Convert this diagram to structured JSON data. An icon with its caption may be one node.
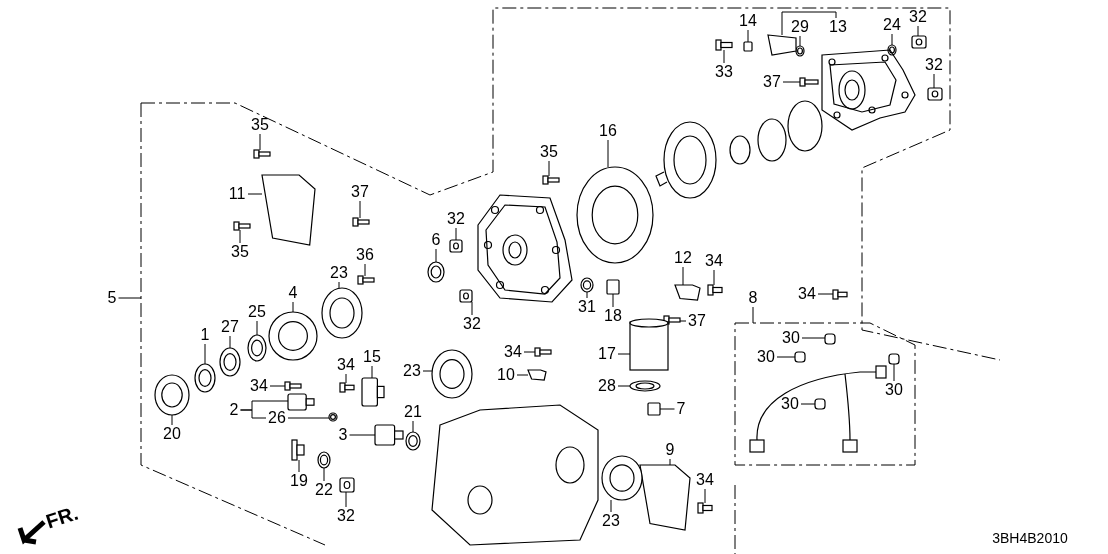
{
  "diagram": {
    "nodes": [
      {
        "text": [
          "14"
        ]
      },
      {
        "text": [
          "29"
        ]
      },
      {
        "text": [
          "13"
        ]
      },
      {
        "text": [
          "24"
        ]
      },
      {
        "text": [
          "32"
        ]
      },
      {
        "text": [
          "33"
        ]
      },
      {
        "text": [
          "37"
        ]
      },
      {
        "text": [
          "32"
        ]
      },
      {
        "text": [
          "35"
        ]
      },
      {
        "text": [
          "16"
        ]
      },
      {
        "text": [
          "35"
        ]
      },
      {
        "text": [
          "11"
        ]
      },
      {
        "text": [
          "37"
        ]
      },
      {
        "text": [
          "32"
        ]
      },
      {
        "text": [
          "6"
        ]
      },
      {
        "text": [
          "35"
        ]
      },
      {
        "text": [
          "36"
        ]
      },
      {
        "text": [
          "12"
        ]
      },
      {
        "text": [
          "34"
        ]
      },
      {
        "text": [
          "23"
        ]
      },
      {
        "text": [
          "4"
        ]
      },
      {
        "text": [
          "34"
        ]
      },
      {
        "text": [
          "8"
        ]
      },
      {
        "text": [
          "5"
        ]
      },
      {
        "text": [
          "31"
        ]
      },
      {
        "text": [
          "32"
        ]
      },
      {
        "text": [
          "18"
        ]
      },
      {
        "text": [
          "25"
        ]
      },
      {
        "text": [
          "37"
        ]
      },
      {
        "text": [
          "27"
        ]
      },
      {
        "text": [
          "1"
        ]
      },
      {
        "text": [
          "30"
        ]
      },
      {
        "text": [
          "17"
        ]
      },
      {
        "text": [
          "34"
        ]
      },
      {
        "text": [
          "30"
        ]
      },
      {
        "text": [
          "15"
        ]
      },
      {
        "text": [
          "23"
        ]
      },
      {
        "text": [
          "34"
        ]
      },
      {
        "text": [
          "10"
        ]
      },
      {
        "text": [
          "28"
        ]
      },
      {
        "text": [
          "34"
        ]
      },
      {
        "text": [
          "30"
        ]
      },
      {
        "text": [
          "30"
        ]
      },
      {
        "text": [
          "7"
        ]
      },
      {
        "text": [
          "2"
        ]
      },
      {
        "text": [
          "21"
        ]
      },
      {
        "text": [
          "26"
        ]
      },
      {
        "text": [
          "20"
        ]
      },
      {
        "text": [
          "3"
        ]
      },
      {
        "text": [
          "9"
        ]
      },
      {
        "text": [
          "19"
        ]
      },
      {
        "text": [
          "34"
        ]
      },
      {
        "text": [
          "22"
        ]
      },
      {
        "text": [
          "23"
        ]
      },
      {
        "text": [
          "32"
        ]
      },
      {
        "text": [],
        "shape": "nut"
      },
      {
        "text": [],
        "shape": "washer"
      },
      {
        "text": [],
        "shape": "solenoid"
      },
      {
        "text": [],
        "shape": "washer"
      },
      {
        "text": [],
        "shape": "dowel"
      },
      {
        "text": [],
        "shape": "bolt"
      },
      {
        "text": [],
        "shape": "bolt"
      },
      {
        "text": [],
        "shape": "dowel"
      },
      {
        "text": [],
        "shape": "bolt"
      },
      {
        "text": [],
        "shape": "drum"
      },
      {
        "text": [],
        "shape": "bolt"
      },
      {
        "text": [],
        "shape": "bracket"
      },
      {
        "text": [],
        "shape": "bolt"
      },
      {
        "text": [],
        "shape": "dowel"
      },
      {
        "text": [],
        "shape": "ring"
      },
      {
        "text": [],
        "shape": "bolt"
      },
      {
        "text": [],
        "shape": "bolt"
      },
      {
        "text": [],
        "shape": "bracket"
      },
      {
        "text": [],
        "shape": "bolt"
      },
      {
        "text": [],
        "shape": "seal"
      },
      {
        "text": [],
        "shape": "cover"
      },
      {
        "text": [],
        "shape": "bolt"
      },
      {
        "text": [],
        "shape": "washer"
      },
      {
        "text": [],
        "shape": "dowel"
      },
      {
        "text": [],
        "shape": "plug"
      },
      {
        "text": [],
        "shape": "ring"
      },
      {
        "text": [],
        "shape": "bolt"
      },
      {
        "text": [],
        "shape": "ring"
      },
      {
        "text": [],
        "shape": "ring"
      },
      {
        "text": [],
        "shape": "clip"
      },
      {
        "text": [],
        "shape": "motor"
      },
      {
        "text": [],
        "shape": "bolt"
      },
      {
        "text": [],
        "shape": "clip"
      },
      {
        "text": [],
        "shape": "sensor"
      },
      {
        "text": [],
        "shape": "seal"
      },
      {
        "text": [],
        "shape": "bolt"
      },
      {
        "text": [],
        "shape": "bracket"
      },
      {
        "text": [],
        "shape": "ring"
      },
      {
        "text": [],
        "shape": "bolt"
      },
      {
        "text": [],
        "shape": "clip"
      },
      {
        "text": [],
        "shape": "clip"
      },
      {
        "text": [],
        "shape": "plug"
      },
      {
        "text": [],
        "shape": "sensor"
      },
      {
        "text": [],
        "shape": "washer"
      },
      {
        "text": [],
        "shape": "washer"
      },
      {
        "text": [],
        "shape": "pulley"
      },
      {
        "text": [],
        "shape": "sensor"
      },
      {
        "text": [],
        "shape": "bracket"
      },
      {
        "text": [],
        "shape": "bolt"
      },
      {
        "text": [],
        "shape": "bolt"
      },
      {
        "text": [],
        "shape": "washer"
      },
      {
        "text": [],
        "shape": "seal"
      },
      {
        "text": [],
        "shape": "dowel"
      },
      {
        "text": [],
        "shape": "housing"
      },
      {
        "text": [],
        "shape": "housing"
      }
    ],
    "edges": [
      {
        "from": 0,
        "to": 55,
        "arrow": "none"
      },
      {
        "from": 1,
        "to": 56,
        "arrow": "none"
      },
      {
        "from": 2,
        "to": 57,
        "arrow": "none"
      },
      {
        "from": 3,
        "to": 58,
        "arrow": "none"
      },
      {
        "from": 4,
        "to": 59,
        "arrow": "none"
      },
      {
        "from": 5,
        "to": 60,
        "arrow": "none"
      },
      {
        "from": 6,
        "to": 61,
        "arrow": "none"
      },
      {
        "from": 7,
        "to": 62,
        "arrow": "none"
      },
      {
        "from": 8,
        "to": 63,
        "arrow": "none"
      },
      {
        "from": 9,
        "to": 64,
        "arrow": "none"
      },
      {
        "from": 10,
        "to": 65,
        "arrow": "none"
      },
      {
        "from": 11,
        "to": 66,
        "arrow": "none"
      },
      {
        "from": 12,
        "to": 67,
        "arrow": "none"
      },
      {
        "from": 13,
        "to": 68,
        "arrow": "none"
      },
      {
        "from": 14,
        "to": 69,
        "arrow": "none"
      },
      {
        "from": 15,
        "to": 70,
        "arrow": "none"
      },
      {
        "from": 16,
        "to": 71,
        "arrow": "none"
      },
      {
        "from": 17,
        "to": 72,
        "arrow": "none"
      },
      {
        "from": 18,
        "to": 73,
        "arrow": "none"
      },
      {
        "from": 19,
        "to": 74,
        "arrow": "none"
      },
      {
        "from": 20,
        "to": 75,
        "arrow": "none"
      },
      {
        "from": 21,
        "to": 76,
        "arrow": "none"
      },
      {
        "from": 22,
        "to": null,
        "arrow": "none"
      },
      {
        "from": 23,
        "to": null,
        "arrow": "none"
      },
      {
        "from": 24,
        "to": 77,
        "arrow": "none"
      },
      {
        "from": 25,
        "to": 78,
        "arrow": "none"
      },
      {
        "from": 26,
        "to": 79,
        "arrow": "none"
      },
      {
        "from": 27,
        "to": 80,
        "arrow": "none"
      },
      {
        "from": 28,
        "to": 81,
        "arrow": "none"
      },
      {
        "from": 29,
        "to": 82,
        "arrow": "none"
      },
      {
        "from": 30,
        "to": 83,
        "arrow": "none"
      },
      {
        "from": 31,
        "to": 84,
        "arrow": "none"
      },
      {
        "from": 32,
        "to": 85,
        "arrow": "none"
      },
      {
        "from": 33,
        "to": 86,
        "arrow": "none"
      },
      {
        "from": 34,
        "to": 87,
        "arrow": "none"
      },
      {
        "from": 35,
        "to": 88,
        "arrow": "none"
      },
      {
        "from": 36,
        "to": 89,
        "arrow": "none"
      },
      {
        "from": 37,
        "to": 90,
        "arrow": "none"
      },
      {
        "from": 38,
        "to": 91,
        "arrow": "none"
      },
      {
        "from": 39,
        "to": 92,
        "arrow": "none"
      },
      {
        "from": 40,
        "to": 93,
        "arrow": "none"
      },
      {
        "from": 41,
        "to": 94,
        "arrow": "none"
      },
      {
        "from": 42,
        "to": 95,
        "arrow": "none"
      },
      {
        "from": 43,
        "to": 96,
        "arrow": "none"
      },
      {
        "from": 44,
        "to": 97,
        "arrow": "none"
      },
      {
        "from": 44,
        "to": 46,
        "arrow": "none"
      },
      {
        "from": 45,
        "to": 98,
        "arrow": "none"
      },
      {
        "from": 46,
        "to": 99,
        "arrow": "none"
      },
      {
        "from": 47,
        "to": 100,
        "arrow": "none"
      },
      {
        "from": 48,
        "to": 101,
        "arrow": "none"
      },
      {
        "from": 49,
        "to": 102,
        "arrow": "none"
      },
      {
        "from": 50,
        "to": 103,
        "arrow": "none"
      },
      {
        "from": 51,
        "to": 104,
        "arrow": "none"
      },
      {
        "from": 52,
        "to": 105,
        "arrow": "none"
      },
      {
        "from": 53,
        "to": 106,
        "arrow": "none"
      },
      {
        "from": 54,
        "to": 107,
        "arrow": "none"
      }
    ],
    "labels": [
      "FR.",
      "3BH4B2010"
    ]
  }
}
